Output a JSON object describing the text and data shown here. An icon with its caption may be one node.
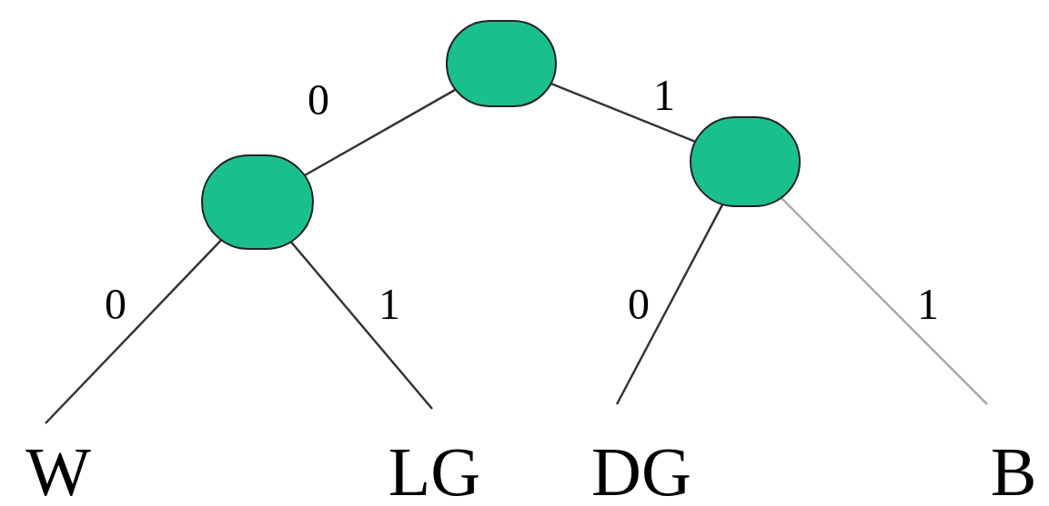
{
  "diagram": {
    "nodes": [
      {
        "text": [],
        "shape": "circle"
      },
      {
        "text": [],
        "shape": "circle"
      },
      {
        "text": [],
        "shape": "circle"
      },
      {
        "text": [
          "W"
        ]
      },
      {
        "text": [
          "LG"
        ]
      },
      {
        "text": [
          "DG"
        ]
      },
      {
        "text": [
          "B"
        ]
      }
    ],
    "edges": [
      {
        "from": 0,
        "to": 1,
        "arrow": "none",
        "label": "0"
      },
      {
        "from": 0,
        "to": 2,
        "arrow": "none",
        "label": "1"
      },
      {
        "from": 1,
        "to": 3,
        "arrow": "none",
        "label": "0"
      },
      {
        "from": 1,
        "to": 4,
        "arrow": "none",
        "label": "1"
      },
      {
        "from": 2,
        "to": 5,
        "arrow": "none",
        "label": "0"
      },
      {
        "from": 2,
        "to": 6,
        "arrow": "none",
        "label": "1",
        "color": "#aaaaaa"
      }
    ]
  }
}
